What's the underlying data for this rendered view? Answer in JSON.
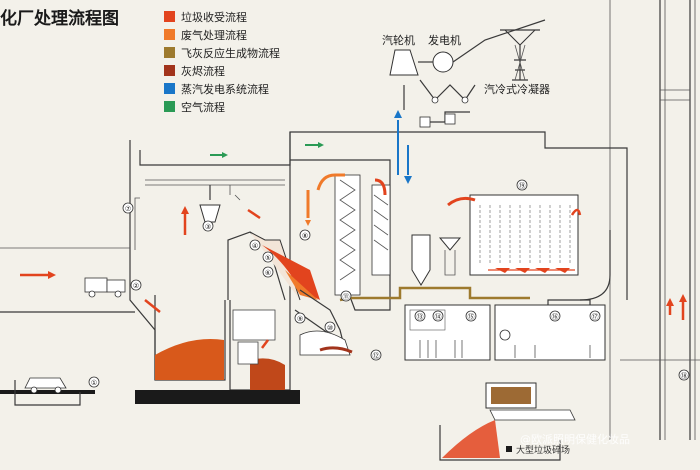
{
  "title": "化厂处理流程图",
  "legend": [
    {
      "label": "垃圾收受流程",
      "color": "#e2441e"
    },
    {
      "label": "废气处理流程",
      "color": "#f07a2a"
    },
    {
      "label": "飞灰反应生成物流程",
      "color": "#9d7a2e"
    },
    {
      "label": "灰烬流程",
      "color": "#a2341c"
    },
    {
      "label": "蒸汽发电系统流程",
      "color": "#1976c8"
    },
    {
      "label": "空气流程",
      "color": "#2a9a55"
    }
  ],
  "labels": {
    "turbine": "汽轮机",
    "generator": "发电机",
    "condenser": "汽冷式冷凝器",
    "pit_caption": "大型垃圾碎场",
    "watermark": "@欧派照明保健化妆品"
  },
  "markers": [
    "①",
    "②",
    "③",
    "④",
    "⑤",
    "⑥",
    "⑦",
    "⑧",
    "⑨",
    "⑩",
    "⑪",
    "⑫",
    "⑬",
    "⑭",
    "⑮",
    "⑯",
    "⑰",
    "⑱",
    "⑲"
  ]
}
